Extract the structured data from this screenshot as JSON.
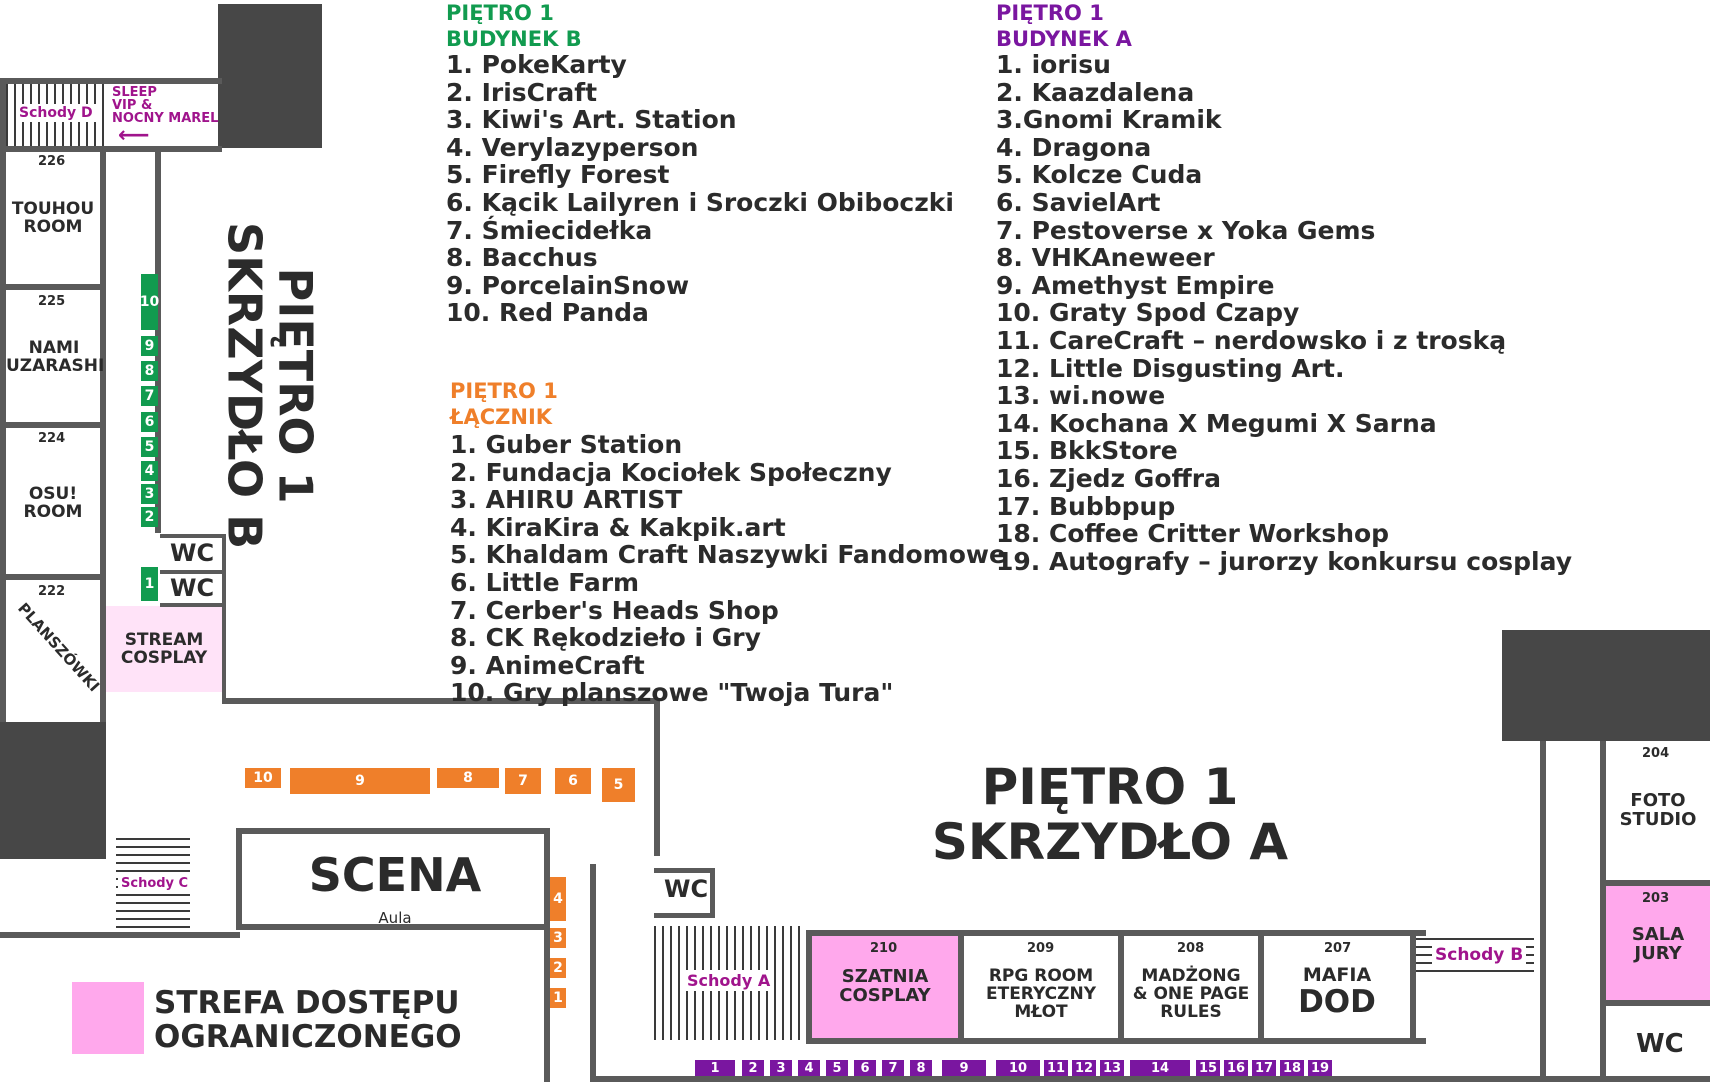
{
  "map_title_b": {
    "line1": "PIĘTRO 1",
    "line2": "SKRZYDŁO B"
  },
  "map_title_a": {
    "line1": "PIĘTRO 1",
    "line2": "SKRZYDŁO A"
  },
  "legend": {
    "label_line1": "STREFA DOSTĘPU",
    "label_line2": "OGRANICZONEGO",
    "color": "#ffa8ec"
  },
  "colors": {
    "green": "#119b4f",
    "orange": "#ef7f2a",
    "purple": "#7a16a0",
    "restricted": "#ffa8ec",
    "stream": "#ffe3f8",
    "wall": "#5a5a5a"
  },
  "list_b": {
    "head1": "PIĘTRO 1",
    "head2": "BUDYNEK B",
    "items": [
      "1. PokeKarty",
      "2. IrisCraft",
      "3. Kiwi's Art. Station",
      "4. Verylazyperson",
      "5. Firefly Forest",
      "6. Kącik Lailyren i Sroczki Obiboczki",
      "7. Śmiecidełka",
      "8. Bacchus",
      "9. PorcelainSnow",
      "10. Red Panda"
    ]
  },
  "list_lacznik": {
    "head1": "PIĘTRO 1",
    "head2": "ŁĄCZNIK",
    "items": [
      "1. Guber Station",
      "2. Fundacja Kociołek Społeczny",
      "3. AHIRU ARTIST",
      "4. KiraKira & Kakpik.art",
      "5. Khaldam Craft Naszywki Fandomowe",
      "6. Little Farm",
      "7. Cerber's Heads Shop",
      "8. CK Rękodzieło i Gry",
      "9. AnimeCraft",
      "10. Gry planszowe \"Twoja Tura\""
    ]
  },
  "list_a": {
    "head1": "PIĘTRO 1",
    "head2": "BUDYNEK A",
    "items": [
      "1. iorisu",
      "2. Kaazdalena",
      "3.Gnomi Kramik",
      "4. Dragona",
      "5. Kolcze Cuda",
      "6. SavielArt",
      "7. Pestoverse x Yoka Gems",
      "8. VHKAneweer",
      "9. Amethyst Empire",
      "10. Graty Spod Czapy",
      "11. CareCraft – nerdowsko i z troską",
      "12. Little Disgusting Art.",
      "13. wi.nowe",
      "14. Kochana X Megumi X Sarna",
      "15. BkkStore",
      "16. Zjedz Goffra",
      "17. Bubbpup",
      "18. Coffee Critter Workshop",
      "19. Autografy – jurorzy konkursu cosplay"
    ]
  },
  "rooms": {
    "r226": {
      "num": "226",
      "name1": "TOUHOU",
      "name2": "ROOM"
    },
    "r225": {
      "num": "225",
      "name1": "NAMI",
      "name2": "UZARASHI"
    },
    "r224": {
      "num": "224",
      "name1": "OSU!",
      "name2": "ROOM"
    },
    "r222": {
      "num": "222",
      "name": "PLANSZÓWKI"
    },
    "stream": {
      "name1": "STREAM",
      "name2": "COSPLAY"
    },
    "scena": {
      "name": "SCENA",
      "sub": "Aula"
    },
    "r210": {
      "num": "210",
      "name1": "SZATNIA",
      "name2": "COSPLAY"
    },
    "r209": {
      "num": "209",
      "name1": "RPG ROOM",
      "name2": "ETERYCZNY",
      "name3": "MŁOT"
    },
    "r208": {
      "num": "208",
      "name1": "MADŻONG",
      "name2": "& ONE PAGE",
      "name3": "RULES"
    },
    "r207": {
      "num": "207",
      "name1": "MAFIA",
      "name2": "DOD"
    },
    "r204": {
      "num": "204",
      "name1": "FOTO",
      "name2": "STUDIO"
    },
    "r203": {
      "num": "203",
      "name1": "SALA",
      "name2": "JURY"
    },
    "wc": "WC"
  },
  "stairs": {
    "d": "Schody D",
    "c": "Schody C",
    "a": "Schody A",
    "b": "Schody B"
  },
  "sleep_sign": {
    "line1": "SLEEP",
    "line2": "VIP &",
    "line3": "NOCNY MAREL"
  },
  "stalls_green": [
    "10",
    "9",
    "8",
    "7",
    "6",
    "5",
    "4",
    "3",
    "2",
    "1"
  ],
  "stalls_orange_top": [
    "10",
    "9",
    "8",
    "7",
    "6",
    "5"
  ],
  "stalls_orange_side": [
    "4",
    "3",
    "2",
    "1"
  ],
  "stalls_purple": [
    "1",
    "2",
    "3",
    "4",
    "5",
    "6",
    "7",
    "8",
    "9",
    "10",
    "11",
    "12",
    "13",
    "14",
    "15",
    "16",
    "17",
    "18",
    "19"
  ]
}
